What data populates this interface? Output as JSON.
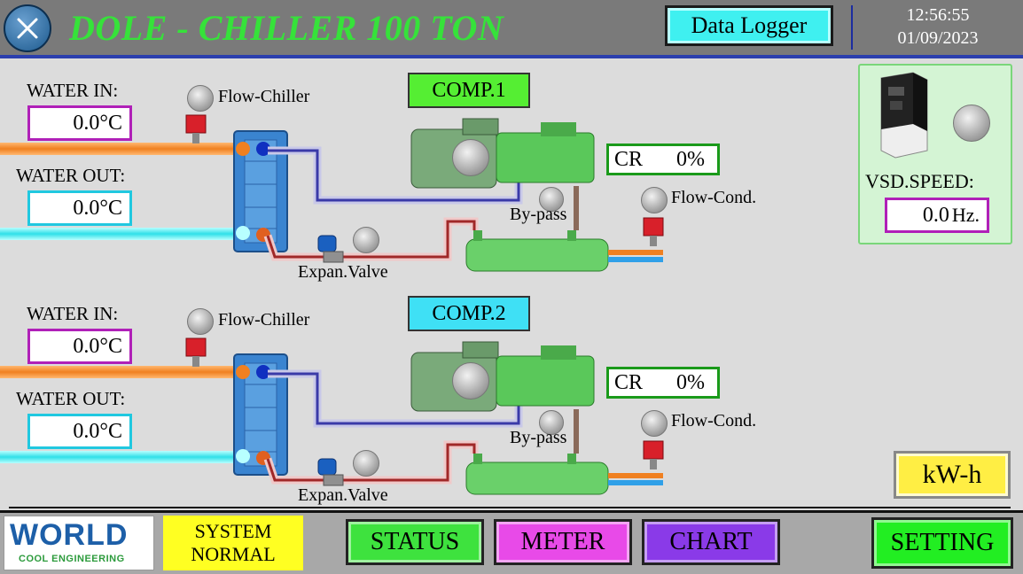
{
  "header": {
    "title": "DOLE - CHILLER 100 TON",
    "data_logger_label": "Data Logger",
    "time": "12:56:55",
    "date": "01/09/2023"
  },
  "units": [
    {
      "water_in_label": "WATER IN:",
      "water_in_value": "0.0",
      "water_out_label": "WATER OUT:",
      "water_out_value": "0.0",
      "temp_unit": "°C",
      "flow_chiller_label": "Flow-Chiller",
      "comp_label": "COMP.1",
      "cr_label": "CR",
      "cr_value": "0%",
      "bypass_label": "By-pass",
      "flow_cond_label": "Flow-Cond.",
      "expan_label": "Expan.Valve"
    },
    {
      "water_in_label": "WATER IN:",
      "water_in_value": "0.0",
      "water_out_label": "WATER OUT:",
      "water_out_value": "0.0",
      "temp_unit": "°C",
      "flow_chiller_label": "Flow-Chiller",
      "comp_label": "COMP.2",
      "cr_label": "CR",
      "cr_value": "0%",
      "bypass_label": "By-pass",
      "flow_cond_label": "Flow-Cond.",
      "expan_label": "Expan.Valve"
    }
  ],
  "vsd": {
    "speed_label": "VSD.SPEED:",
    "speed_value": "0.0",
    "speed_unit": "Hz."
  },
  "kwh_label": "kW-h",
  "footer": {
    "logo_text": "WORLD",
    "logo_sub": "COOL ENGINEERING",
    "system_status_line1": "SYSTEM",
    "system_status_line2": "NORMAL",
    "status_label": "STATUS",
    "meter_label": "METER",
    "chart_label": "CHART",
    "setting_label": "SETTING"
  },
  "colors": {
    "title_green": "#36e23a",
    "comp1_bg": "#55ee33",
    "comp2_bg": "#3fe0f5",
    "status_yellow": "#ffff22",
    "status_btn": "#3ee23e",
    "meter_btn": "#e84ae8",
    "chart_btn": "#8a3ae8",
    "setting_btn": "#22ee22"
  }
}
